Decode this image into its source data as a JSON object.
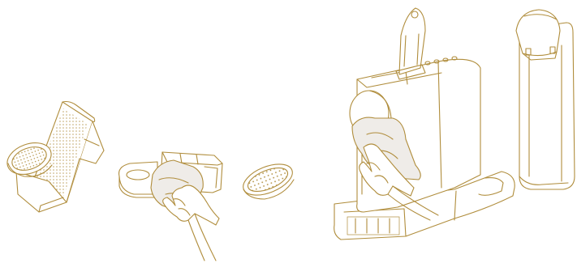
{
  "colors": {
    "line": "#b08d3c",
    "cloth": "#efece8",
    "background": "#ffffff"
  },
  "parts": [
    {
      "name": "drip-tray-and-grid",
      "icon": "drip-tray-grid-icon"
    },
    {
      "name": "capsule-container-wiped-by-hand",
      "icon": "capsule-container-icon"
    },
    {
      "name": "drip-grid-disc",
      "icon": "drip-grid-disc-icon"
    },
    {
      "name": "coffee-machine-wiped-by-hand",
      "icon": "coffee-machine-icon"
    },
    {
      "name": "water-tank",
      "icon": "water-tank-icon"
    }
  ]
}
